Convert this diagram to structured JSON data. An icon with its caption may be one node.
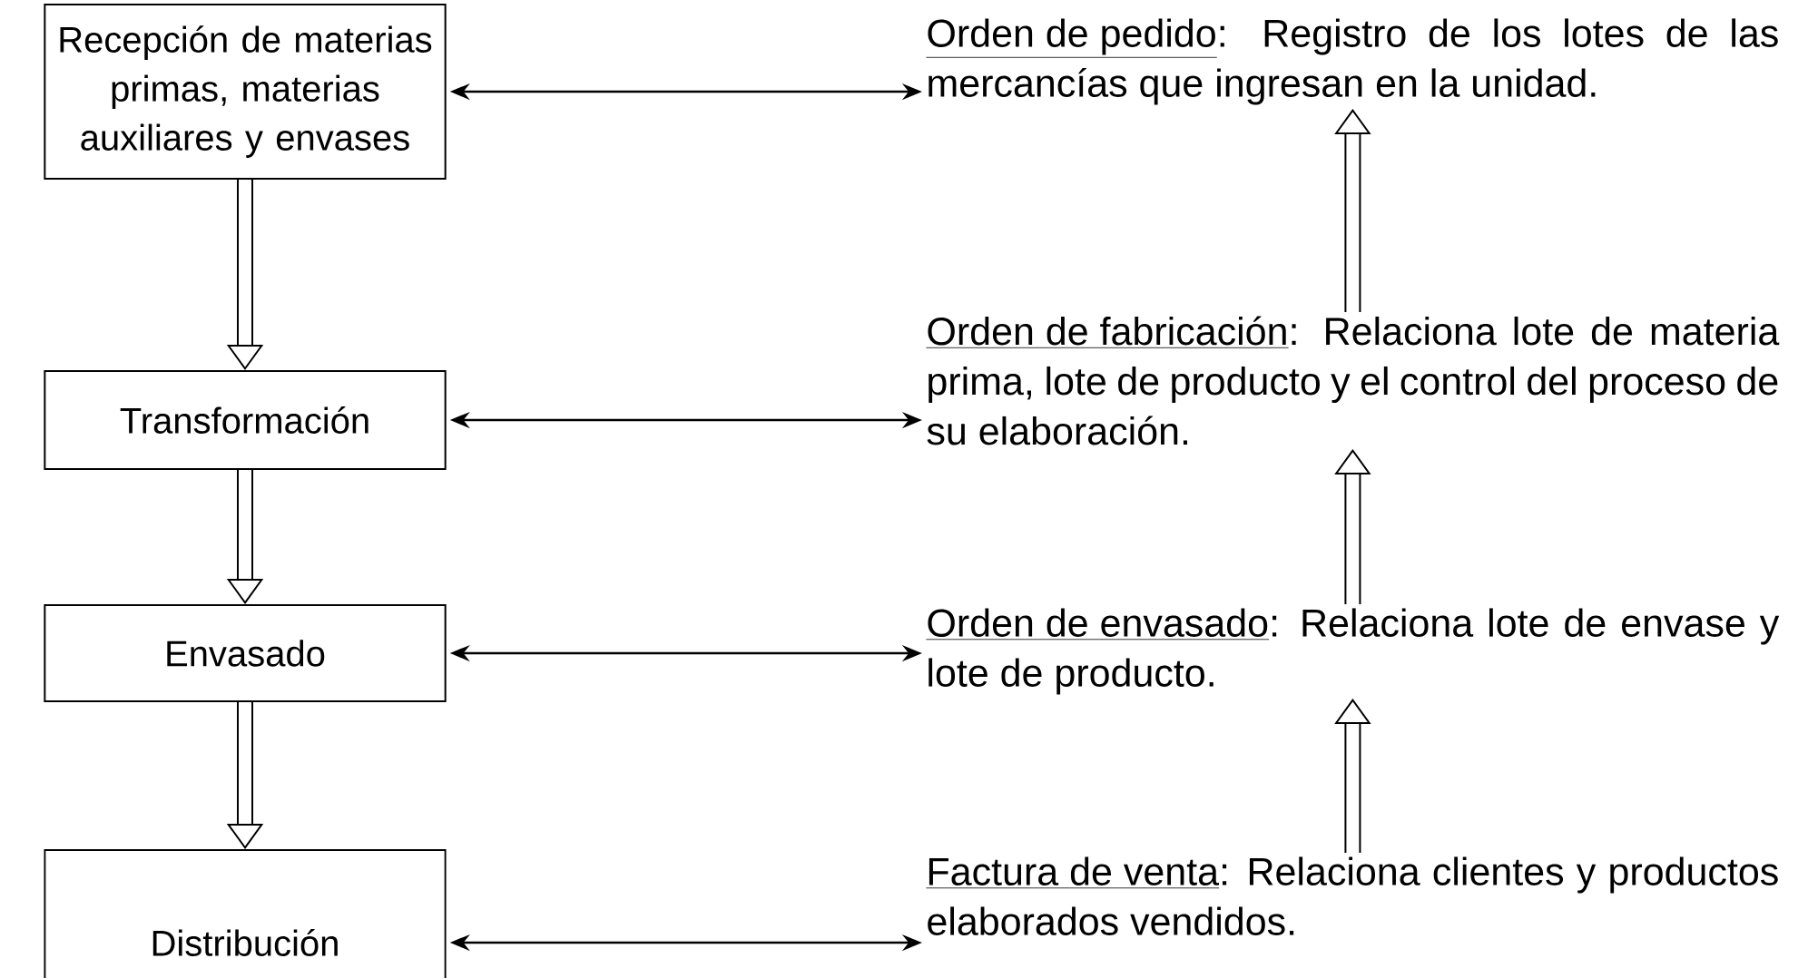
{
  "diagram": {
    "nodes": [
      {
        "text": [
          "Recepción de materias primas, materias auxiliares y envases"
        ]
      },
      {
        "text": [
          "Transformación"
        ]
      },
      {
        "text": [
          "Envasado"
        ]
      },
      {
        "text": [
          "Distribución"
        ]
      },
      {
        "text": [
          "Orden de pedido",
          ": Registro de los lotes de las mercancías que ingresan en la unidad."
        ]
      },
      {
        "text": [
          "Orden de fabricación",
          ": Relaciona lote de materia prima, lote de producto y el control del proceso de su elaboración."
        ]
      },
      {
        "text": [
          "Orden de envasado",
          ": Relaciona lote de envase y lote de producto."
        ]
      },
      {
        "text": [
          "Factura de venta",
          ": Relaciona clientes y productos elaborados vendidos."
        ]
      }
    ],
    "edges": [
      {
        "from": 0,
        "to": 4,
        "arrow": "both"
      },
      {
        "from": 1,
        "to": 5,
        "arrow": "both"
      },
      {
        "from": 2,
        "to": 6,
        "arrow": "both"
      },
      {
        "from": 3,
        "to": 7,
        "arrow": "both"
      },
      {
        "from": 0,
        "to": 1,
        "arrow": "to"
      },
      {
        "from": 1,
        "to": 2,
        "arrow": "to"
      },
      {
        "from": 2,
        "to": 3,
        "arrow": "to"
      },
      {
        "from": 7,
        "to": 6,
        "arrow": "to"
      },
      {
        "from": 6,
        "to": 5,
        "arrow": "to"
      },
      {
        "from": 5,
        "to": 4,
        "arrow": "to"
      }
    ]
  }
}
